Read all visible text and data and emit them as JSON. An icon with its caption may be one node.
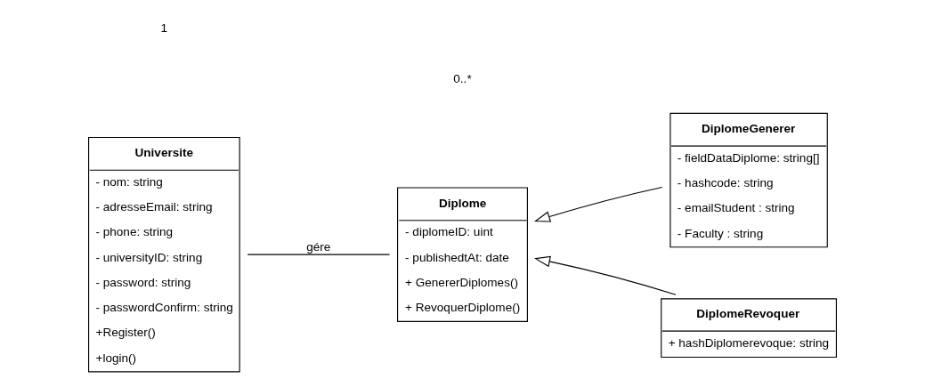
{
  "diagram": {
    "nodes": [
      {
        "text": [
          "Universite",
          "- nom: string",
          "- adresseEmail: string",
          "- phone: string",
          "- universityID: string",
          "- password: string",
          "- passwordConfirm: string",
          "+Register()",
          "+login()"
        ]
      },
      {
        "text": [
          "Diplome",
          "- diplomeID: uint",
          "- publishedtAt: date",
          "+ GenererDiplomes()",
          "+ RevoquerDiplome()"
        ]
      },
      {
        "text": [
          "DiplomeGenerer",
          "- fieldDataDiplome: string[]",
          "- hashcode: string",
          "- emailStudent : string",
          "- Faculty : string"
        ]
      },
      {
        "text": [
          "DiplomeRevoquer",
          "+ hashDiplomerevoque: string"
        ]
      }
    ],
    "edges": [
      {
        "from": 0,
        "to": 1,
        "arrow": "none",
        "label": "gére"
      },
      {
        "from": 2,
        "to": 1,
        "arrow": "to"
      },
      {
        "from": 3,
        "to": 1,
        "arrow": "to"
      }
    ],
    "labels": [
      "1",
      "0..*"
    ]
  }
}
